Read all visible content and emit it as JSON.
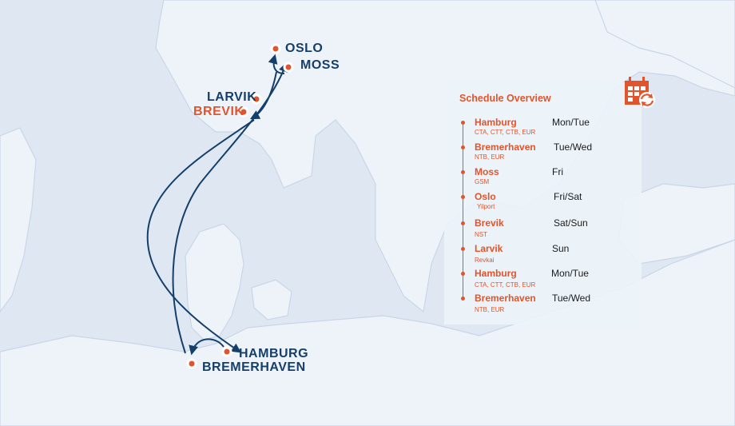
{
  "map": {
    "ports": [
      {
        "id": "oslo",
        "label": "OSLO",
        "color": "#153f6b"
      },
      {
        "id": "moss",
        "label": "MOSS",
        "color": "#153f6b"
      },
      {
        "id": "larvik",
        "label": "LARVIK",
        "color": "#153f6b"
      },
      {
        "id": "brevik",
        "label": "BREVIK",
        "color": "#e2542c"
      },
      {
        "id": "hamburg",
        "label": "HAMBURG",
        "color": "#153f6b"
      },
      {
        "id": "bremerhaven",
        "label": "BREMERHAVEN",
        "color": "#153f6b"
      }
    ],
    "route_color": "#153f6b",
    "marker_color": "#e2542c"
  },
  "schedule": {
    "title": "Schedule Overview",
    "icon": "calendar-refresh-icon",
    "accent": "#e2542c",
    "rows": [
      {
        "port": "Hamburg",
        "terminals": "CTA, CTT, CTB, EUR",
        "days": "Mon/Tue"
      },
      {
        "port": "Bremerhaven",
        "terminals": "NTB, EUR",
        "days": "Tue/Wed"
      },
      {
        "port": "Moss",
        "terminals": "GSM",
        "days": "Fri"
      },
      {
        "port": "Oslo",
        "terminals": "Yilport",
        "days": "Fri/Sat"
      },
      {
        "port": "Brevik",
        "terminals": "NST",
        "days": "Sat/Sun"
      },
      {
        "port": "Larvik",
        "terminals": "Revkai",
        "days": "Sun"
      },
      {
        "port": "Hamburg",
        "terminals": "CTA, CTT, CTB, EUR",
        "days": "Mon/Tue"
      },
      {
        "port": "Bremerhaven",
        "terminals": "NTB, EUR",
        "days": "Tue/Wed"
      }
    ]
  }
}
